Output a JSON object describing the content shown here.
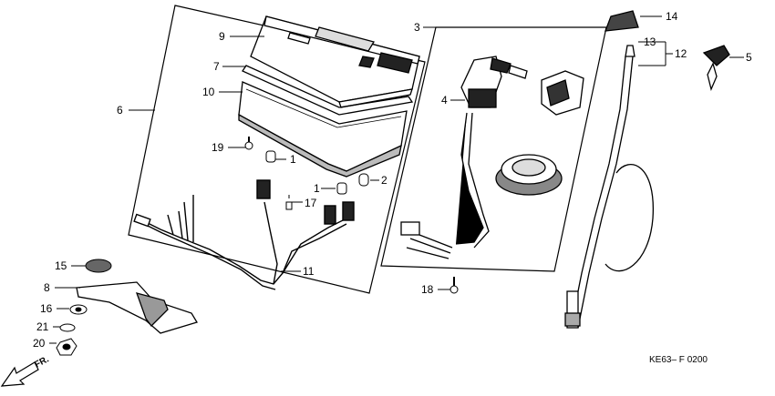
{
  "diagram": {
    "labels": {
      "p1a": "1",
      "p1b": "1",
      "p2": "2",
      "p3": "3",
      "p4": "4",
      "p5": "5",
      "p6": "6",
      "p7": "7",
      "p8": "8",
      "p9": "9",
      "p10": "10",
      "p11": "11",
      "p12": "12",
      "p13": "13",
      "p14": "14",
      "p15": "15",
      "p16": "16",
      "p17": "17",
      "p18": "18",
      "p19": "19",
      "p20": "20",
      "p21": "21"
    },
    "direction_label": "FR.",
    "figure_code": "KE63– F 0200"
  }
}
